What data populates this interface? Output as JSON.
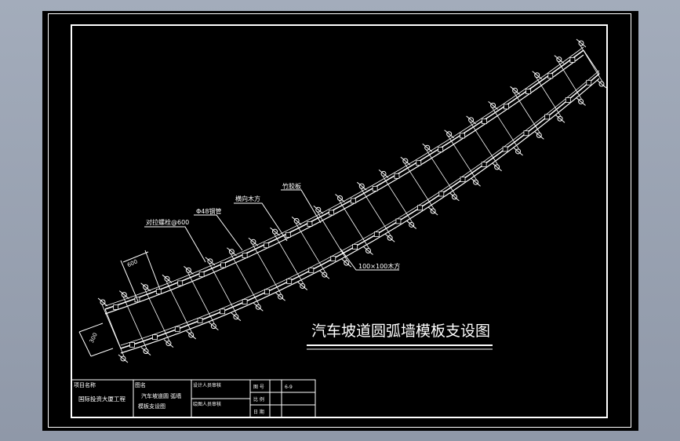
{
  "drawing": {
    "title": "汽车坡道圆弧墙模板支设图",
    "annotations": {
      "bolt": "对拉螺栓@600",
      "pipe": "Φ48钢管",
      "timber_back": "横向木方",
      "plywood": "竹胶板",
      "timber_100": "100×100木方",
      "dim_spacing": "600",
      "dim_width": "300"
    }
  },
  "title_block": {
    "project_name_label": "项目名称",
    "project_name_value": "国际投资大厦工程",
    "drawing_name_label": "图名",
    "drawing_name_line1": "汽车坡道圆 弧墙",
    "drawing_name_line2": "模板支设图",
    "designer_label": "设计人员审核",
    "drafter_label": "绘图人员审核",
    "drawing_no_label": "图 号",
    "drawing_no_value": "6-9",
    "scale_label": "比 例",
    "date_label": "日 期"
  },
  "colors": {
    "background": "#000000",
    "lines": "#ffffff",
    "app_bg": "#9ba4b4"
  }
}
